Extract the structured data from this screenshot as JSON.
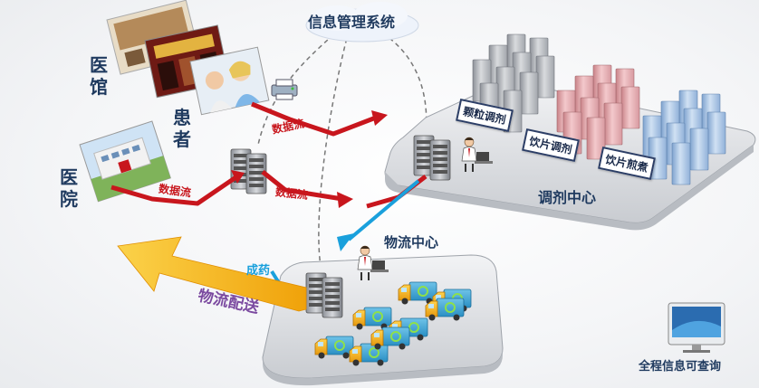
{
  "title": "信息管理系统",
  "hospital_label": "医院",
  "clinic_label": "医馆",
  "patient_label": "患者",
  "dataflow_label": "数据流",
  "dispensing_center": "调剂中心",
  "logistics_center": "物流中心",
  "finished_medicine": "成药",
  "logistics_delivery": "物流配送",
  "full_traceability": "全程信息可查询",
  "pharmacy_tags": [
    "颗粒调剂",
    "饮片调剂",
    "饮片煎煮"
  ],
  "colors": {
    "dataflow_red": "#c8161d",
    "arrow_blue": "#1aa0dc",
    "delivery_yellow": "#f7a80c",
    "label_navy": "#1f3a5f",
    "delivery_purple": "#7b4aa0"
  }
}
